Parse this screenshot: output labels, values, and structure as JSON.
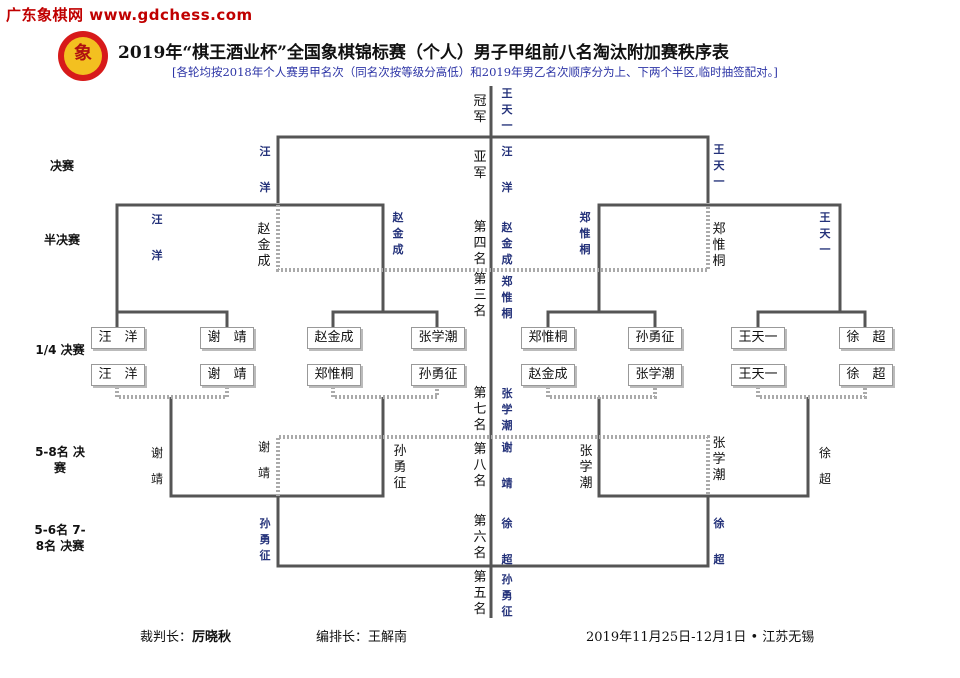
{
  "site": {
    "name": "广东象棋网",
    "url": "www.gdchess.com"
  },
  "header": {
    "title": "2019年“棋王酒业杯”全国象棋锦标赛（个人）男子甲组前八名淘汰附加赛秩序表",
    "subtitle": "[各轮均按2018年个人赛男甲名次（同名次按等级分高低）和2019年男乙名次顺序分为上、下两个半区,临时抽签配对。]",
    "logo_text": "象"
  },
  "rounds": {
    "final": "决赛",
    "semi": "半决赛",
    "quarter": "1/4 决赛",
    "five_eight": "5-8名 决赛",
    "five_six_seven_eight": "5-6名 7-8名 决赛"
  },
  "quarterfinal": {
    "upper": [
      "汪　洋",
      "谢　靖",
      "赵金成",
      "张学潮",
      "郑惟桐",
      "孙勇征",
      "王天一",
      "徐　超"
    ],
    "lower": [
      "汪　洋",
      "谢　靖",
      "郑惟桐",
      "孙勇征",
      "赵金成",
      "张学潮",
      "王天一",
      "徐　超"
    ]
  },
  "center": {
    "champion_label": "冠军",
    "champion": "王天一",
    "runner_up_label": "亚军",
    "runner_up": "汪洋",
    "fourth_label": "第四名",
    "fourth": "赵金成",
    "third_label": "第三名",
    "third": "郑惟桐",
    "seventh_label": "第七名",
    "seventh": "张学潮",
    "eighth_label": "第八名",
    "eighth": "谢靖",
    "sixth_label": "第六名",
    "sixth": "徐超",
    "fifth_label": "第五名",
    "fifth": "孙勇征"
  },
  "upper_bracket": {
    "final_left": "汪洋",
    "final_right": "王天一",
    "semi_w1": "汪洋",
    "semi_l1": "赵金成",
    "semi_w2": "赵金成",
    "semi_w3": "郑惟桐",
    "semi_l4": "郑惟桐",
    "semi_w4": "王天一"
  },
  "lower_bracket": {
    "r1_l1": "谢靖",
    "r1_w1": "谢靖",
    "r1_w2": "孙勇征",
    "r1_l2": "张学潮",
    "r1_w3": "张学潮",
    "r1_l4": "徐超",
    "r2_w_left": "孙勇征",
    "r2_w_right": "徐超"
  },
  "footer": {
    "referee_label": "裁判长：",
    "referee": "厉晓秋",
    "arranger_label": "编排长：",
    "arranger": "王解南",
    "date_place": "2019年11月25日-12月1日 • 江苏无锡"
  }
}
